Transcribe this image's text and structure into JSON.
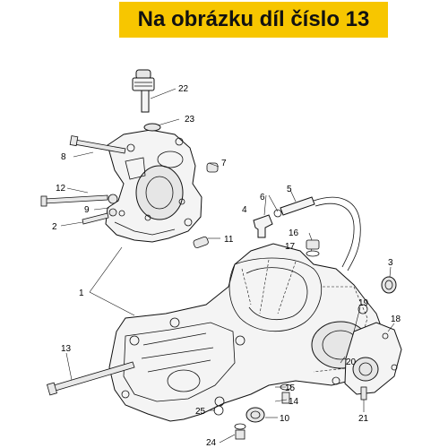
{
  "banner": {
    "text": "Na obrázku díl číslo 13",
    "color": "#f7c600"
  },
  "callouts": [
    "1",
    "2",
    "3",
    "4",
    "5",
    "6",
    "7",
    "8",
    "9",
    "10",
    "11",
    "12",
    "13",
    "14",
    "15",
    "16",
    "17",
    "18",
    "19",
    "20",
    "21",
    "22",
    "23",
    "24",
    "25"
  ]
}
